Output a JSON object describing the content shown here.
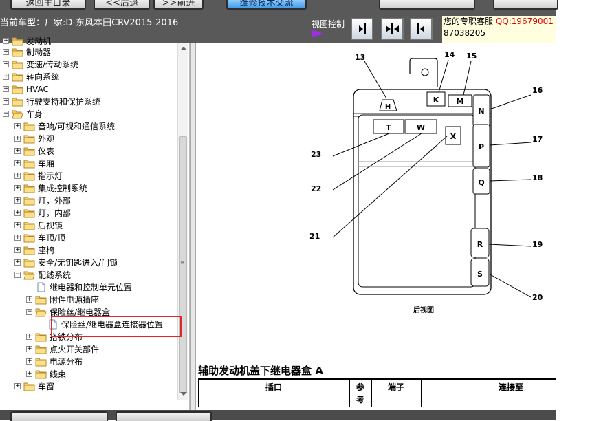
{
  "toolbar": {
    "btn_home": "返回主目录",
    "btn_back": "<<后退",
    "btn_forward": ">>前进",
    "btn_blue": "维修技术交流",
    "btn_right1": "",
    "btn_right2": "",
    "car_model_label": "当前车型：厂家:D-东风本田CRV2015-2016",
    "view_control_label": "视图控制"
  },
  "contact": {
    "service_label": "您的专职客服",
    "qq_link": "QQ:19679001",
    "phone": "87038205"
  },
  "tree": {
    "items": [
      {
        "label": "发动机"
      },
      {
        "label": "制动器"
      },
      {
        "label": "变速/传动系统"
      },
      {
        "label": "转向系统"
      },
      {
        "label": "HVAC"
      },
      {
        "label": "行驶支持和保护系统"
      },
      {
        "label": "车身"
      },
      {
        "label": "音响/可视和通信系统"
      },
      {
        "label": "外观"
      },
      {
        "label": "仪表"
      },
      {
        "label": "车厢"
      },
      {
        "label": "指示灯"
      },
      {
        "label": "集成控制系统"
      },
      {
        "label": "灯，外部"
      },
      {
        "label": "灯，内部"
      },
      {
        "label": "后视镜"
      },
      {
        "label": "车顶/顶"
      },
      {
        "label": "座椅"
      },
      {
        "label": "安全/无钥匙进入/门锁"
      },
      {
        "label": "配线系统"
      },
      {
        "label": "继电器和控制单元位置"
      },
      {
        "label": "附件电源插座"
      },
      {
        "label": "保险丝/继电器盒"
      },
      {
        "label": "保险丝/继电器盒连接器位置"
      },
      {
        "label": "搭铁分布"
      },
      {
        "label": "点火开关部件"
      },
      {
        "label": "电源分布"
      },
      {
        "label": "线束"
      },
      {
        "label": "车窗"
      }
    ]
  },
  "diagram": {
    "callouts": [
      "13",
      "14",
      "15",
      "16",
      "17",
      "18",
      "19",
      "20",
      "21",
      "22",
      "23"
    ],
    "connectors": [
      "H",
      "K",
      "M",
      "N",
      "P",
      "Q",
      "R",
      "S",
      "T",
      "W",
      "X"
    ],
    "caption": "后视图"
  },
  "content": {
    "section_title": "辅助发动机盖下继电器盒 A",
    "table_headers": {
      "connector": "插口",
      "ref_line1": "参",
      "ref_line2": "考",
      "terminal": "端子",
      "connect_to": "连接至"
    }
  },
  "bottom": {
    "btn1": "",
    "btn2": ""
  }
}
